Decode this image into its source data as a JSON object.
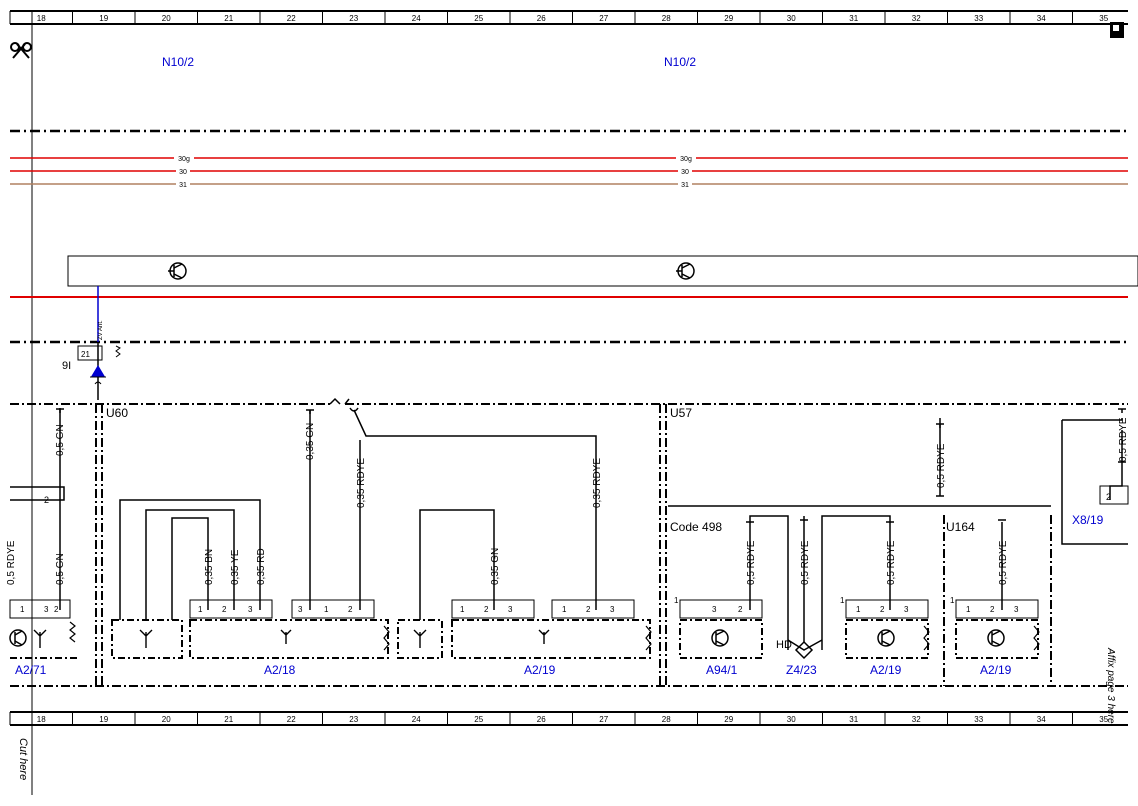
{
  "ruler": {
    "columns": [
      "18",
      "19",
      "20",
      "21",
      "22",
      "23",
      "24",
      "25",
      "26",
      "27",
      "28",
      "29",
      "30",
      "31",
      "32",
      "33",
      "34",
      "35"
    ]
  },
  "modules": {
    "top_left": "N10/2",
    "top_right": "N10/2"
  },
  "power_lines": {
    "l30g": "30g",
    "l30": "30",
    "l31": "31"
  },
  "antenna_link": {
    "wire": "ZV Ant.",
    "pin": "21",
    "connector": "9I"
  },
  "groups": {
    "u60": "U60",
    "u57": "U57",
    "code498": "Code 498",
    "u164": "U164"
  },
  "wires": {
    "w1": "0,5 GN",
    "w2": "0,5 GN",
    "w3": "0,5 RDYE",
    "w4": "0,35 GN",
    "w5": "0,35 RDYE",
    "w6": "0,35 RDYE",
    "w7": "0,35 BN",
    "w8": "0,35 YE",
    "w9": "0,35 RD",
    "w10": "0,35 GN",
    "w11": "0,5 RDYE",
    "w12": "0,5 RDYE",
    "w13": "0,5 RDYE",
    "w14": "0,5 RDYE",
    "w15": "0,5 RDYE",
    "w16": "0,5 RDYE"
  },
  "pins": {
    "p1": "1",
    "p3": "3",
    "p2": "2",
    "pin_x": "2",
    "a218_1": "1",
    "a218_2": "2",
    "a218_3": "3",
    "a218b_3": "3",
    "a218b_1": "1",
    "a218b_2": "2",
    "a219a_1": "1",
    "a219a_2": "2",
    "a219a_3": "3",
    "a219b_1": "1",
    "a219b_2": "2",
    "a219b_3": "3",
    "a94_1": "1",
    "a94_3": "3",
    "a94_2": "2",
    "a219c_1": "1",
    "a219c_2": "2",
    "a219c_3": "3",
    "a219d_1": "1",
    "a219d_2": "2",
    "a219d_3": "3",
    "x819_2": "2"
  },
  "components": {
    "a271": "A2/71",
    "a218": "A2/18",
    "a219_a": "A2/19",
    "a941": "A94/1",
    "z423": "Z4/23",
    "a219_b": "A2/19",
    "a219_c": "A2/19",
    "x819": "X8/19",
    "hd": "HD"
  },
  "margin_notes": {
    "cut_here": "Cut here",
    "affix": "Affix page 3 here"
  }
}
